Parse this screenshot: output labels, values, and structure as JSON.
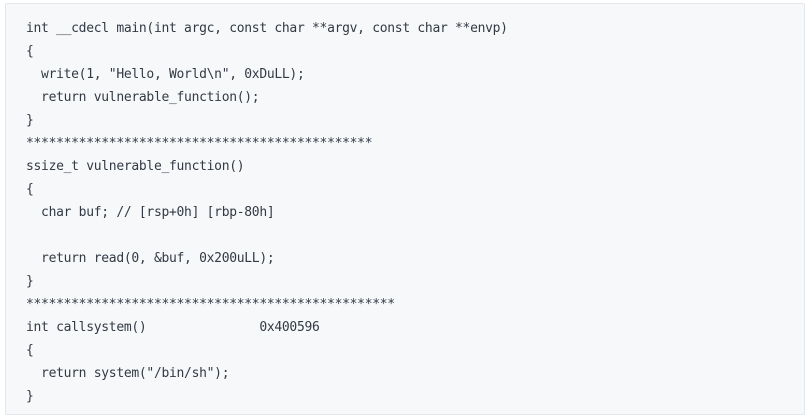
{
  "code": {
    "lines": [
      "int __cdecl main(int argc, const char **argv, const char **envp)",
      "{",
      "  write(1, \"Hello, World\\n\", 0xDuLL);",
      "  return vulnerable_function();",
      "}",
      "**********************************************",
      "ssize_t vulnerable_function()",
      "{",
      "  char buf; // [rsp+0h] [rbp-80h]",
      "",
      "  return read(0, &buf, 0x200uLL);",
      "}",
      "*************************************************",
      "int callsystem()               0x400596",
      "{",
      "  return system(\"/bin/sh\");",
      "}"
    ]
  }
}
